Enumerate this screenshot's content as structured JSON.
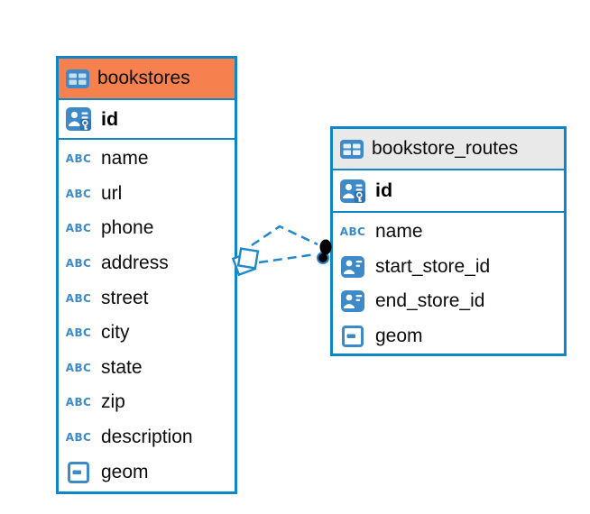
{
  "icons": {
    "text_type_label": "ABC"
  },
  "colors": {
    "table_border": "#0E86C8",
    "bookstores_header_bg": "#F6814E",
    "routes_header_bg": "#E9E9E9",
    "icon_blue": "#3E8AC9",
    "relation_line": "#1E88CC"
  },
  "tables": [
    {
      "name": "bookstores",
      "primary_key": {
        "label": "id"
      },
      "columns": [
        {
          "label": "name",
          "type": "text"
        },
        {
          "label": "url",
          "type": "text"
        },
        {
          "label": "phone",
          "type": "text"
        },
        {
          "label": "address",
          "type": "text"
        },
        {
          "label": "street",
          "type": "text"
        },
        {
          "label": "city",
          "type": "text"
        },
        {
          "label": "state",
          "type": "text"
        },
        {
          "label": "zip",
          "type": "text"
        },
        {
          "label": "description",
          "type": "text"
        },
        {
          "label": "geom",
          "type": "geometry"
        }
      ]
    },
    {
      "name": "bookstore_routes",
      "primary_key": {
        "label": "id"
      },
      "columns": [
        {
          "label": "name",
          "type": "text"
        },
        {
          "label": "start_store_id",
          "type": "reference"
        },
        {
          "label": "end_store_id",
          "type": "reference"
        },
        {
          "label": "geom",
          "type": "geometry"
        }
      ]
    }
  ],
  "connection": {
    "from_table": "bookstores",
    "to_table": "bookstore_routes",
    "style": "dashed",
    "line_color": "#1E88CC",
    "lines": 2
  }
}
